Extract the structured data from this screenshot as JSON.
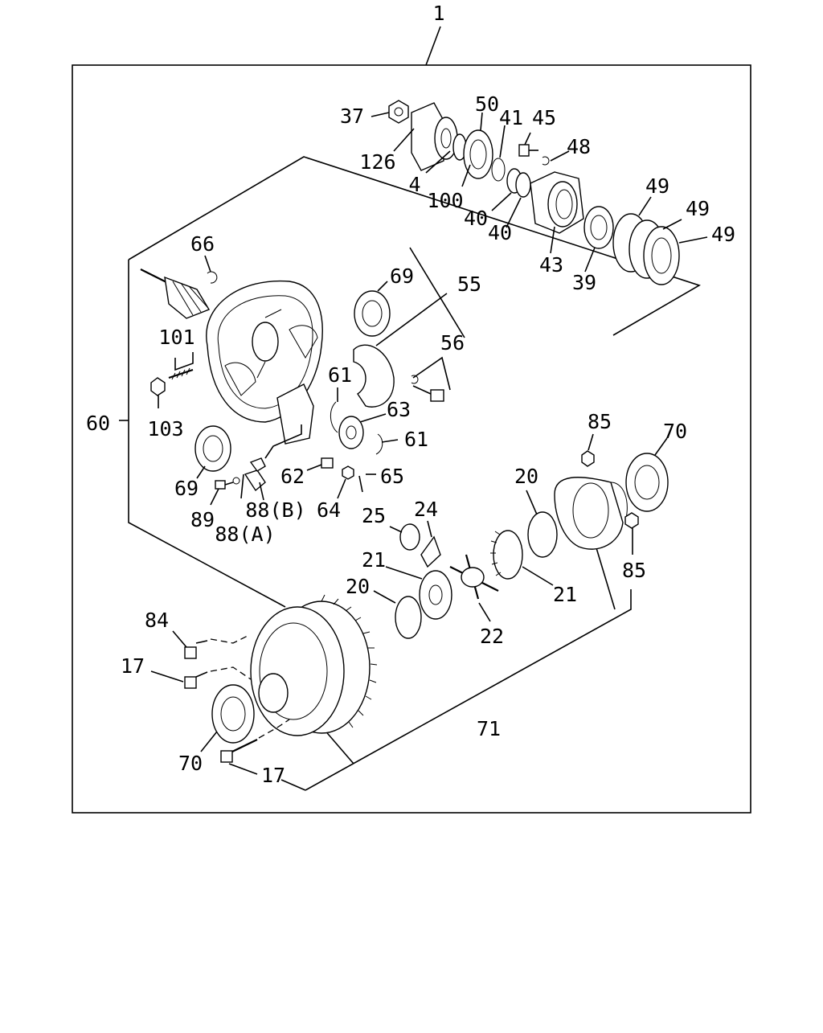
{
  "assembly_label": "1",
  "callouts": {
    "c37": "37",
    "c126": "126",
    "c50": "50",
    "c41": "41",
    "c45": "45",
    "c48": "48",
    "c4": "4",
    "c100": "100",
    "c40a": "40",
    "c40b": "40",
    "c49a": "49",
    "c49b": "49",
    "c49c": "49",
    "c43": "43",
    "c39": "39",
    "c66": "66",
    "c69a": "69",
    "c55": "55",
    "c56": "56",
    "c101": "101",
    "c103": "103",
    "c60": "60",
    "c61a": "61",
    "c61b": "61",
    "c63": "63",
    "c69b": "69",
    "c62": "62",
    "c65": "65",
    "c89": "89",
    "c88a": "88(A)",
    "c88b": "88(B)",
    "c64": "64",
    "c85a": "85",
    "c70a": "70",
    "c20a": "20",
    "c25": "25",
    "c24": "24",
    "c21a": "21",
    "c21b": "21",
    "c85b": "85",
    "c20b": "20",
    "c22": "22",
    "c84": "84",
    "c17a": "17",
    "c70b": "70",
    "c17b": "17",
    "c71": "71"
  }
}
